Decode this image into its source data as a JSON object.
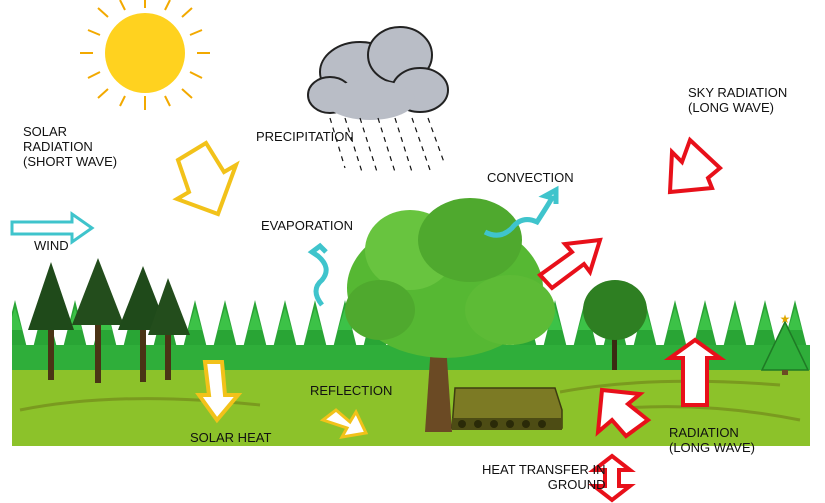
{
  "labels": {
    "solar_radiation": [
      "SOLAR",
      "RADIATION",
      "(SHORT WAVE)"
    ],
    "precipitation": "PRECIPITATION",
    "sky_radiation": [
      "SKY RADIATION",
      "(LONG WAVE)"
    ],
    "convection": "CONVECTION",
    "evaporation": "EVAPORATION",
    "wind": "WIND",
    "reflection": "REFLECTION",
    "solar_heat": "SOLAR HEAT",
    "radiation": [
      "RADIATION",
      "(LONG WAVE)"
    ],
    "heat_transfer": [
      "HEAT TRANSFER IN",
      "GROUND"
    ]
  },
  "colors": {
    "sun": "#ffd21f",
    "sun_rays": "#f2a900",
    "solar_arrow": "#f2c21a",
    "long_wave_arrow": "#e8101a",
    "wind_arrow": "#3fc4cc",
    "cloud": "#b9bdc6",
    "forest": "#2fae3a",
    "ground": "#8cc22a",
    "oak_tree": "#56b833",
    "vehicle": "#6b6a1c"
  }
}
